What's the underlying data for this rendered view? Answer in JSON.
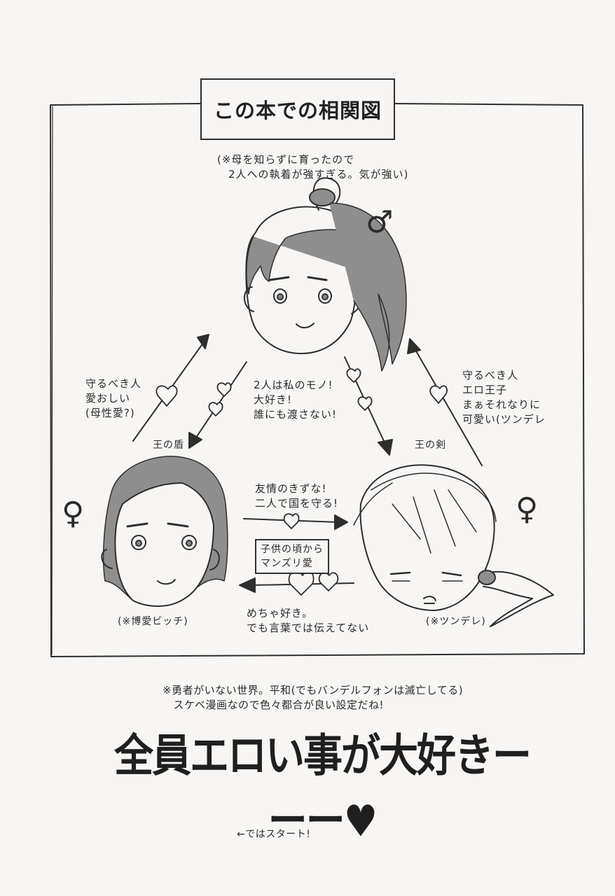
{
  "title": "この本での相関図",
  "top_note": "(※母を知らずに育ったので\n　2人への執着が強すぎる。気が強い)",
  "symbols": {
    "male": "♂",
    "female": "♀"
  },
  "labels": {
    "left_character": "王の盾",
    "right_character": "王の剣",
    "left_note": "(※博愛ビッチ)",
    "right_note": "(※ツンデレ)"
  },
  "relations": {
    "left_to_top": "守るべき人\n愛おしい\n(母性愛?)",
    "top_to_both": "2人は私のモノ!\n大好き!\n誰にも渡さない!",
    "right_to_top": "守るべき人\nエロ王子\nまぁそれなりに\n可愛い(ツンデレ",
    "left_to_right": "友情のきずな!\n二人で国を守る!",
    "right_to_left_box": "子供の頃から\nマンズリ愛",
    "right_to_left": "めちゃ好き。\nでも言葉では伝えてない"
  },
  "footer": {
    "note": "※勇者がいない世界。平和(でもバンデルフォンは滅亡してる)\n　スケベ漫画なので色々都合が良い設定だね!",
    "headline": "全員エロい事が大好きーーー",
    "headline_heart": "♥",
    "start": "←ではスタート!"
  }
}
